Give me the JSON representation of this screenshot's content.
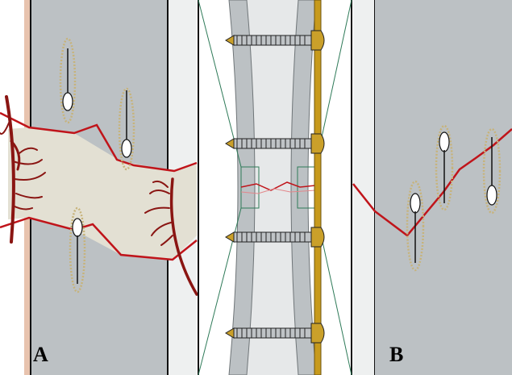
{
  "panels": [
    {
      "id": "A",
      "label": "A"
    },
    {
      "id": "middle",
      "label": ""
    },
    {
      "id": "B",
      "label": "B"
    }
  ],
  "screw_count": 4,
  "colors": {
    "bone": "#bcc1c4",
    "cortex": "#ffffff",
    "periosteum": "#e8c3ae",
    "fracture_line": "#c0141a",
    "vessel": "#8a1512",
    "callus": "#e3e0d3",
    "osteon": "#c7b37a",
    "plate": "#c79a1c",
    "screw_head": "#caa02a",
    "screw_shaft": "#bfc3c6",
    "lens_outline": "#2e7a58",
    "marrow": "#e6e8e9",
    "outline": "#111111"
  }
}
